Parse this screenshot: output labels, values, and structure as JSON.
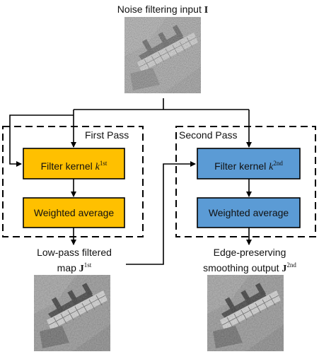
{
  "input": {
    "label": "Noise filtering input",
    "symbol": "I"
  },
  "first_pass": {
    "title": "First Pass",
    "kernel_label": "Filter kernel",
    "kernel_symbol": "k",
    "kernel_sup": "1st",
    "average_label": "Weighted average",
    "color": "#FFC000"
  },
  "second_pass": {
    "title": "Second Pass",
    "kernel_label": "Filter kernel",
    "kernel_symbol": "k",
    "kernel_sup": "2nd",
    "average_label": "Weighted average",
    "color": "#5B9BD5"
  },
  "lowpass": {
    "line1": "Low-pass filtered",
    "line2": "map",
    "symbol": "J",
    "sup": "1st"
  },
  "output": {
    "line1": "Edge-preserving",
    "line2": "smoothing output",
    "symbol": "J",
    "sup": "2nd"
  }
}
